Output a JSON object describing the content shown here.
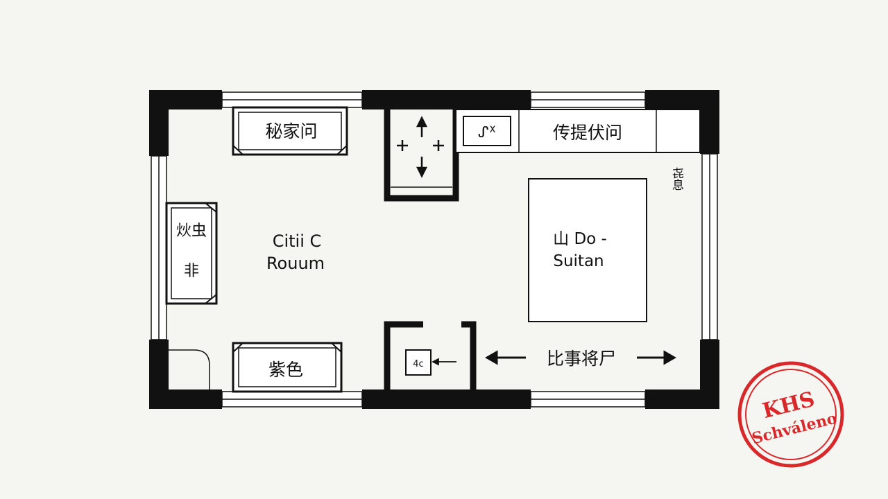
{
  "rooms": {
    "living": {
      "line1": "Citii C",
      "line2": "Rouum"
    },
    "suite": {
      "line1": "山 Do -",
      "line2": "Suitan"
    }
  },
  "furniture": {
    "top_sofa": "秘家问",
    "bottom_sofa": "紫色",
    "side_sofa_top": "炏虫",
    "side_sofa_bottom": "非",
    "counter": "传提伏问",
    "small_box": "ᔑᕁ",
    "bath_tag": "4c"
  },
  "labels": {
    "corner_note": "㐂息",
    "corridor": "比事将尸"
  },
  "stamp": {
    "line1": "KHS",
    "line2": "Schváleno",
    "color": "#d8282a"
  }
}
